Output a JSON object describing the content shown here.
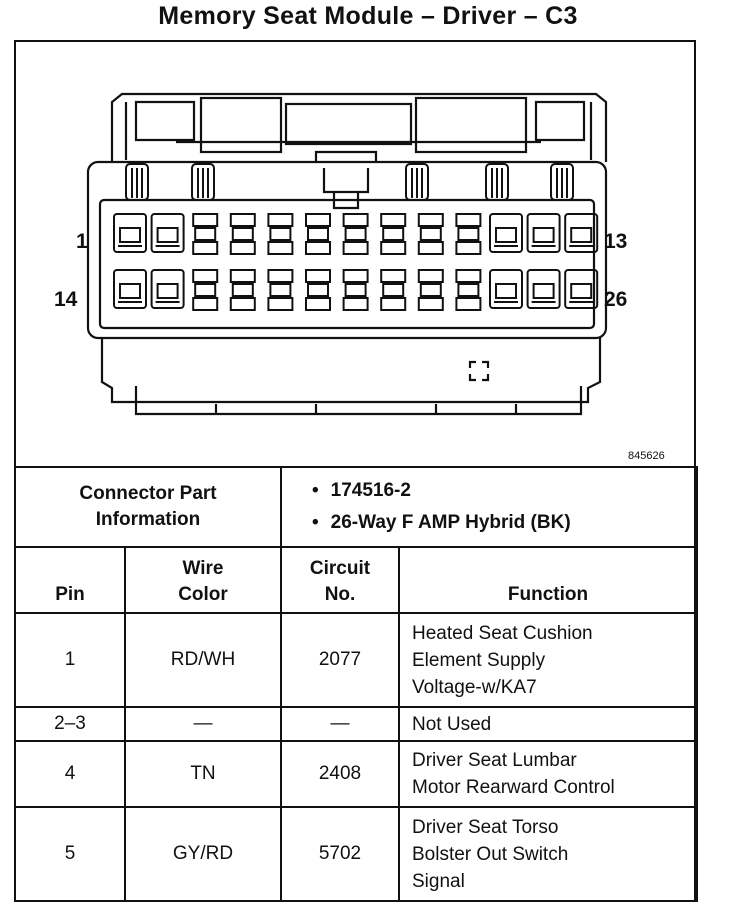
{
  "title": "Memory Seat Module – Driver – C3",
  "diagram": {
    "pin_labels": {
      "top_left": "1",
      "top_right": "13",
      "bottom_left": "14",
      "bottom_right": "26"
    },
    "figure_code": "845626"
  },
  "connector_info": {
    "label_line1": "Connector Part",
    "label_line2": "Information",
    "items": [
      "174516-2",
      "26-Way F AMP Hybrid (BK)"
    ]
  },
  "headers": {
    "pin": "Pin",
    "wire_color_line1": "Wire",
    "wire_color_line2": "Color",
    "circuit_line1": "Circuit",
    "circuit_line2": "No.",
    "function": "Function"
  },
  "rows": [
    {
      "pin": "1",
      "wire": "RD/WH",
      "circuit": "2077",
      "function": [
        "Heated Seat Cushion",
        "Element Supply",
        "Voltage-w/KA7"
      ]
    },
    {
      "pin": "2–3",
      "wire": "—",
      "circuit": "—",
      "function": [
        "Not Used"
      ]
    },
    {
      "pin": "4",
      "wire": "TN",
      "circuit": "2408",
      "function": [
        "Driver Seat Lumbar",
        "Motor Rearward Control"
      ]
    },
    {
      "pin": "5",
      "wire": "GY/RD",
      "circuit": "5702",
      "function": [
        "Driver Seat Torso",
        "Bolster Out Switch",
        "Signal"
      ]
    }
  ]
}
